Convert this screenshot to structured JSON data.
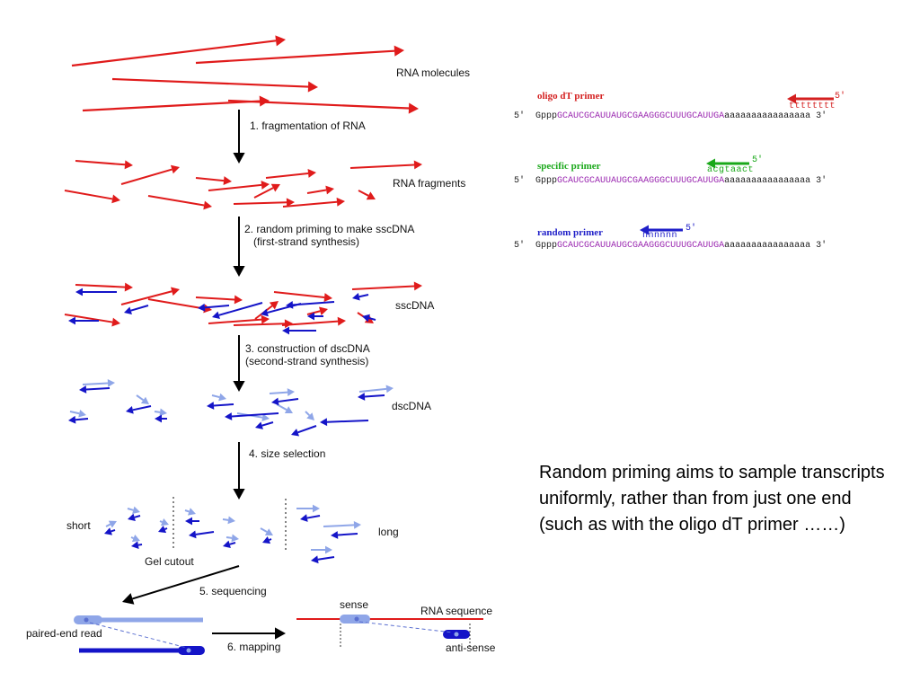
{
  "labels": {
    "rna_molecules": "RNA molecules",
    "rna_fragments": "RNA fragments",
    "sscdna": "sscDNA",
    "dscdna": "dscDNA",
    "short": "short",
    "long": "long",
    "gel_cutout": "Gel cutout",
    "paired_end_read": "paired-end read",
    "sense": "sense",
    "rna_sequence": "RNA sequence",
    "anti_sense": "anti-sense"
  },
  "steps": {
    "s1": "1. fragmentation of RNA",
    "s2_line1": "2. random priming to make sscDNA",
    "s2_line2": "(first-strand synthesis)",
    "s3_line1": "3. construction of dscDNA",
    "s3_line2": "(second-strand synthesis)",
    "s4": "4. size selection",
    "s5": "5. sequencing",
    "s6": "6. mapping"
  },
  "sequence": {
    "five_prime": "5′",
    "cap": "Gppp",
    "rna": "GCAUCGCAUUAUGCGAAGGGCUUUGCAUUGA",
    "polya": "aaaaaaaaaaaaaaaa",
    "three_prime": "3′"
  },
  "primers": [
    {
      "name": "oligo dT primer",
      "seq": "tttttttt",
      "end": "5′",
      "color": "#d42020"
    },
    {
      "name": "specific primer",
      "seq": "acgtaact",
      "end": "5′",
      "color": "#1aa81a"
    },
    {
      "name": "random primer",
      "seq": "nnnnnn",
      "end": "5′",
      "color": "#1f1fc8"
    }
  ],
  "caption": "Random priming aims to sample transcripts uniformly, rather than from just one end (such as with the oligo dT primer ……)",
  "colors": {
    "rna": "#e01b1b",
    "dark_blue": "#1414c8",
    "light_blue": "#8fa6e8",
    "arrow": "#000000"
  }
}
